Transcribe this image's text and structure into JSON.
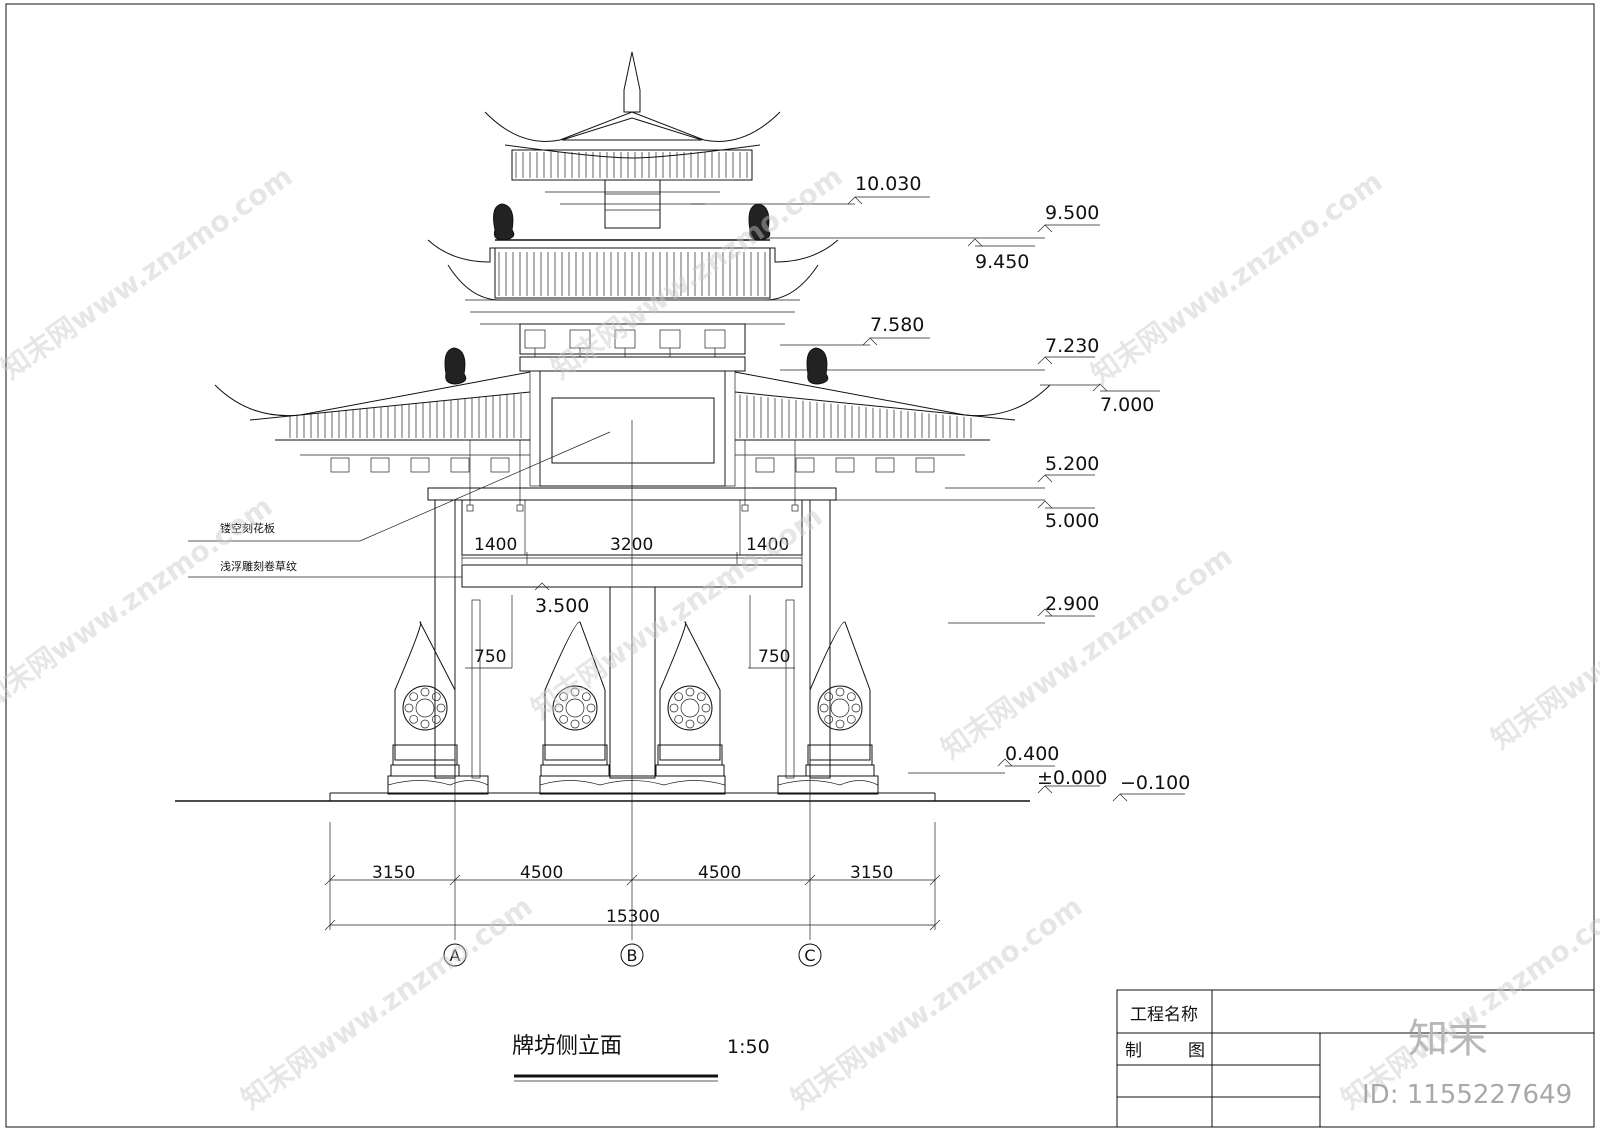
{
  "drawing": {
    "title": "牌坊侧立面",
    "scale": "1:50"
  },
  "elevations": [
    "10.030",
    "9.500",
    "9.450",
    "7.580",
    "7.230",
    "7.000",
    "5.200",
    "5.000",
    "3.500",
    "2.900",
    "0.400",
    "±0.000",
    "−0.100"
  ],
  "dimensions": {
    "upper": [
      "1400",
      "3200",
      "1400"
    ],
    "inner": [
      "750",
      "750"
    ],
    "bays": [
      "3150",
      "4500",
      "4500",
      "3150"
    ],
    "total": "15300"
  },
  "axes": [
    "A",
    "B",
    "C"
  ],
  "notes": [
    "镂空刻花板",
    "浅浮雕刻卷草纹"
  ],
  "title_block": {
    "project_label": "工程名称",
    "drawn_label_1": "制",
    "drawn_label_2": "图"
  },
  "branding": {
    "logo_text": "知末",
    "id_text": "ID: 1155227649",
    "watermark": "知末网www.znzmo.com"
  }
}
